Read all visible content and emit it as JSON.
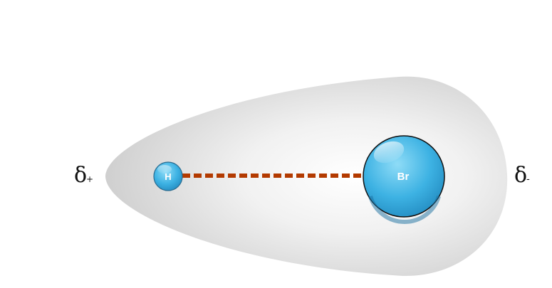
{
  "molecule": {
    "atoms": [
      {
        "symbol": "H"
      },
      {
        "symbol": "Br"
      }
    ],
    "charges": {
      "left_delta": "δ",
      "left_sign": "+",
      "right_delta": "δ",
      "right_sign": "-"
    }
  },
  "colors": {
    "electron_cloud": "#d2d2d2",
    "atom_fill": "#3fb0e2",
    "atom_outline": "#1a4a66",
    "bond": "#b33a00",
    "label_text": "#ffffff",
    "charge_text": "#111111"
  }
}
